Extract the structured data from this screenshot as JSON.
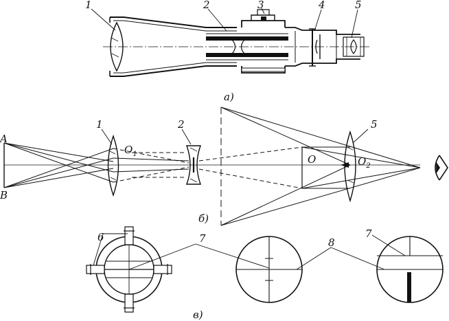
{
  "figure_a": {
    "caption": "а)",
    "labels": {
      "n1": "1",
      "n2": "2",
      "n3": "3",
      "n4": "4",
      "n5": "5"
    }
  },
  "figure_b": {
    "caption": "б)",
    "labels": {
      "A": "A",
      "B": "B",
      "n1": "1",
      "n2": "2",
      "n5": "5",
      "O": "O",
      "O1_main": "O",
      "O1_sub": "1",
      "O2_main": "O",
      "O2_sub": "2"
    }
  },
  "figure_c": {
    "caption": "в)",
    "labels": {
      "n6": "6",
      "n7a": "7",
      "n7b": "7",
      "n8": "8"
    }
  }
}
